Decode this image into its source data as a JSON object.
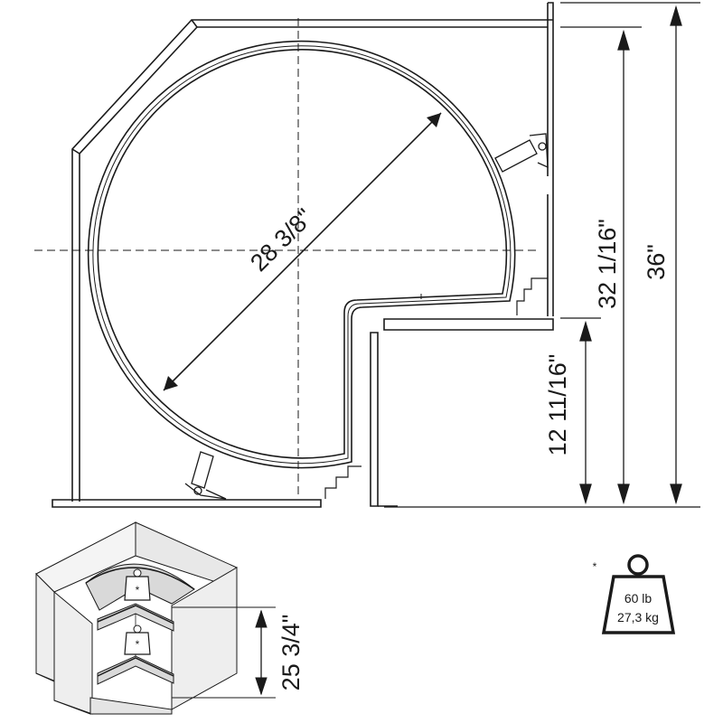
{
  "dimensions": {
    "diameter": "28 3/8\"",
    "depth_right": "32 1/16\"",
    "total_height": "36\"",
    "opening_depth": "12 11/16\"",
    "cabinet_height": "25 3/4\""
  },
  "weight_badge": {
    "note_marker": "*",
    "capacity_lb": "60 lb",
    "capacity_kg": "27,3 kg",
    "shelf_marker": "*"
  },
  "colors": {
    "line": "#1a1a1a",
    "cabinet_fill": "#eeeeee",
    "shelf_fill": "#d9d9d9"
  }
}
